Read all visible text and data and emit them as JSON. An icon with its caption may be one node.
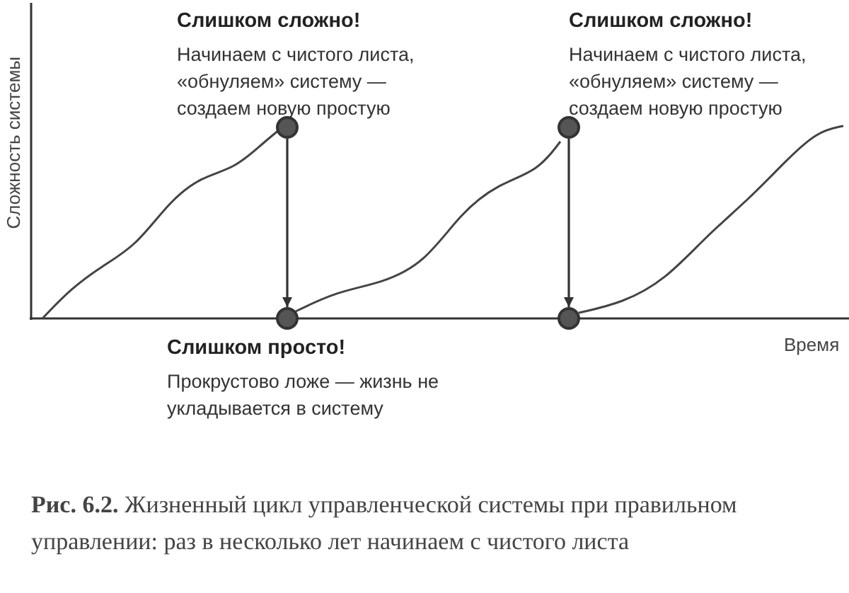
{
  "diagram": {
    "caption": "**Рис. 6.2.** Жизненный цикл управленческой системы при правильном управлении: раз в несколько лет начинаем с чистого листа",
    "nodes": [
      {
        "text": [],
        "shape": "circle",
        "beside": [
          "Слишком сложно!",
          "Начинаем с чистого листа, «обнуляем» систему — создаем новую простую"
        ]
      },
      {
        "text": [],
        "shape": "circle",
        "beside": [
          "Слишком просто!",
          "Прокрустово ложе — жизнь не укладывается в систему"
        ]
      },
      {
        "text": [],
        "shape": "circle",
        "beside": [
          "Слишком сложно!",
          "Начинаем с чистого листа, «обнуляем» систему — создаем новую простую"
        ]
      },
      {
        "text": [],
        "shape": "circle"
      }
    ],
    "edges": [
      {
        "from": 0,
        "to": 1,
        "arrow": "to"
      },
      {
        "from": 2,
        "to": 3,
        "arrow": "to"
      }
    ],
    "labels": [
      "Сложность системы",
      "Время"
    ]
  }
}
